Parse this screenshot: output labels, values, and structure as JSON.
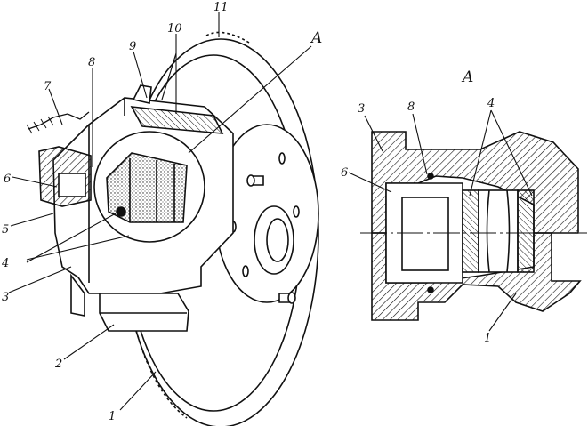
{
  "figure": {
    "left_view": {
      "section_marker": "A",
      "callouts": [
        "1",
        "2",
        "3",
        "4",
        "5",
        "6",
        "7",
        "8",
        "9",
        "10",
        "11"
      ]
    },
    "section_view": {
      "title": "A",
      "callouts": [
        "3",
        "8",
        "4",
        "6",
        "1"
      ]
    }
  }
}
